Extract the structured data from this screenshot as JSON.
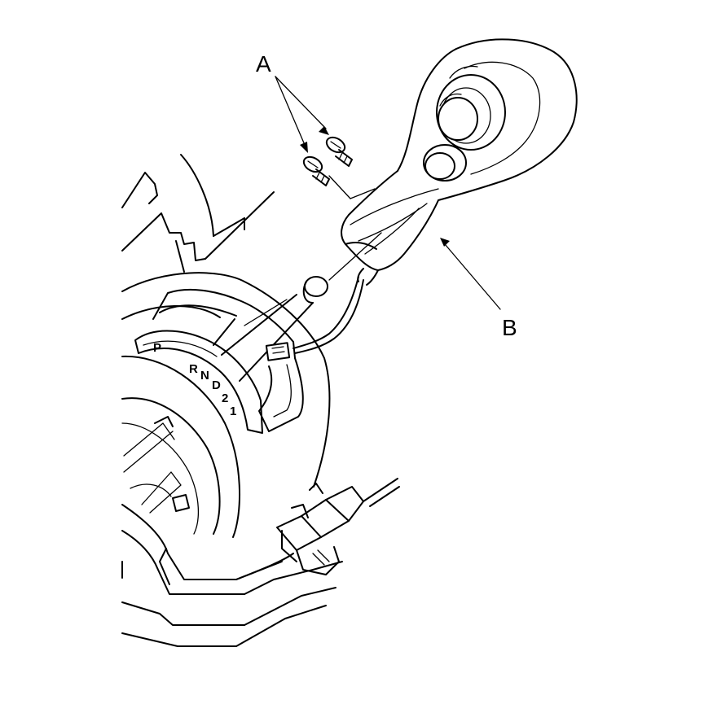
{
  "callouts": {
    "a": "A",
    "b": "B"
  },
  "gear_indicator": [
    "P",
    "R",
    "N",
    "D",
    "2",
    "1"
  ],
  "colors": {
    "line": "#000000",
    "background": "#ffffff"
  }
}
